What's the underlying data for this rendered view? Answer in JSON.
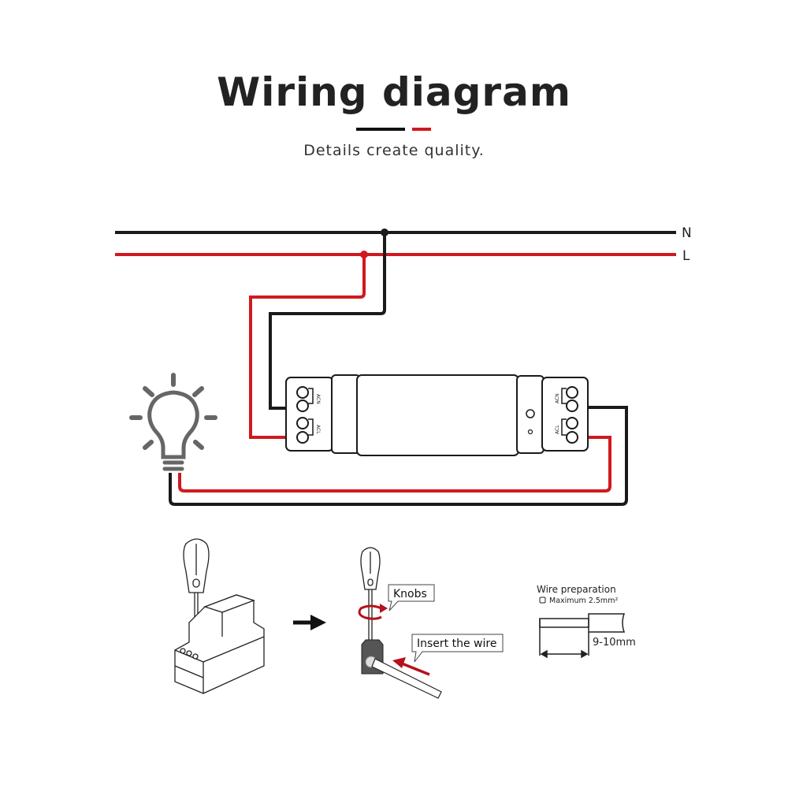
{
  "header": {
    "title": "Wiring diagram",
    "subtitle": "Details create quality.",
    "accent_colors": {
      "primary": "#111111",
      "accent": "#d0191f"
    }
  },
  "wiring": {
    "lines": [
      {
        "label": "N",
        "name": "neutral",
        "color": "#1a1a1a"
      },
      {
        "label": "L",
        "name": "live",
        "color": "#d0191f"
      }
    ],
    "load_icon": "light-bulb-icon",
    "bulb_color": "#666666",
    "module": {
      "left_terminals": {
        "top_label": "ACN",
        "bottom_label": "ACL"
      },
      "right_terminals": {
        "top_label": "ACN",
        "bottom_label": "ACL"
      }
    }
  },
  "instructions": {
    "step1_icon": "screwdriver-on-din-module-icon",
    "arrow_icon": "right-arrow-icon",
    "step2": {
      "callout_knobs": "Knobs",
      "callout_insert": "Insert the wire"
    },
    "wire_preparation": {
      "title": "Wire preparation",
      "max_label": "Maximum 2.5mm²",
      "strip_length": "9-10mm"
    }
  }
}
